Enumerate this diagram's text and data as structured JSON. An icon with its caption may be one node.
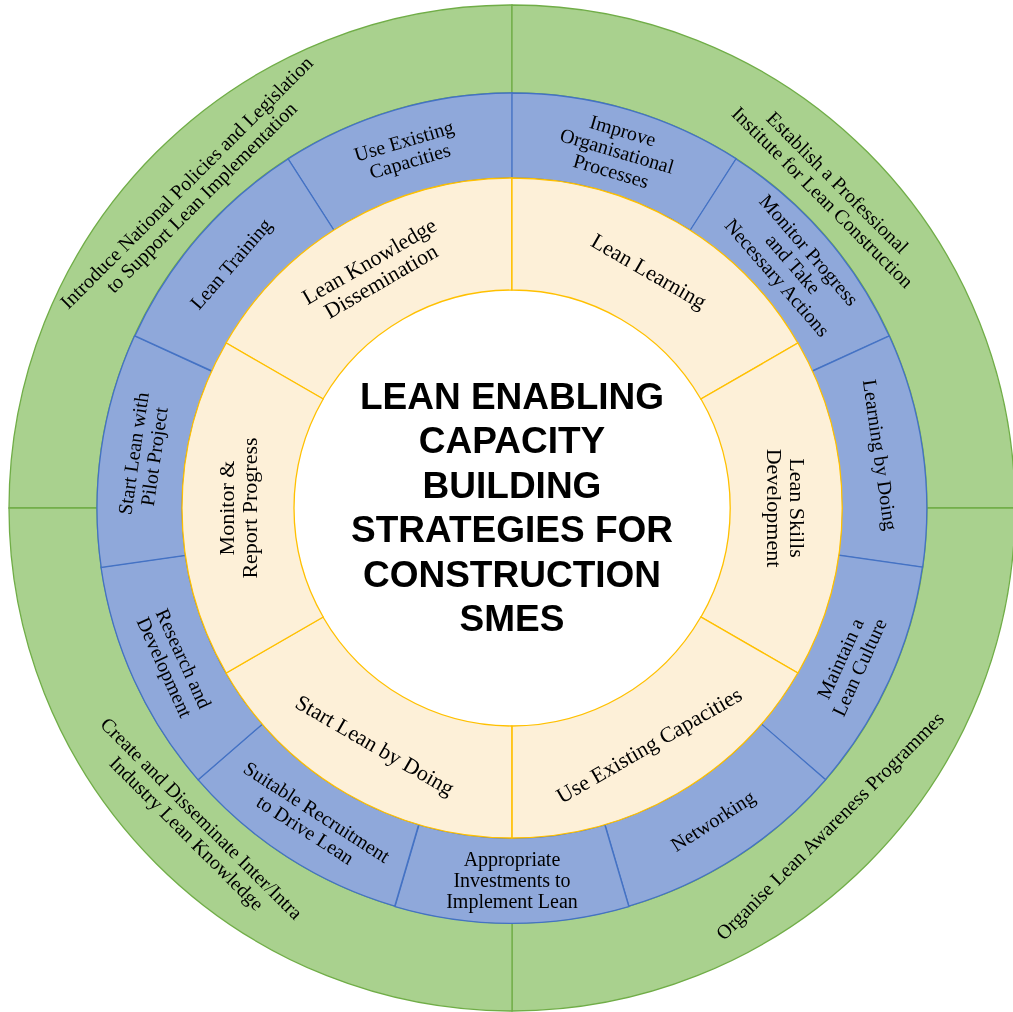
{
  "diagram": {
    "nodes": [
      {
        "text": [
          "LEAN ENABLING CAPACITY BUILDING STRATEGIES FOR CONSTRUCTION SMES"
        ]
      },
      {
        "text": [
          "Introduce National Policies and Legislation to Support Lean Implementation"
        ]
      },
      {
        "text": [
          "Establish a Professional Institute for Lean Construction"
        ]
      },
      {
        "text": [
          "Organise Lean Awareness Programmes"
        ]
      },
      {
        "text": [
          "Create and Disseminate Inter/Intra Industry Lean Knowledge"
        ]
      },
      {
        "text": [
          "Use Existing Capacities"
        ]
      },
      {
        "text": [
          "Improve Organisational Processes"
        ]
      },
      {
        "text": [
          "Monitor Progress and Take Necessary Actions"
        ]
      },
      {
        "text": [
          "Learning by Doing"
        ]
      },
      {
        "text": [
          "Maintain a Lean Culture"
        ]
      },
      {
        "text": [
          "Networking"
        ]
      },
      {
        "text": [
          "Appropriate Investments to Implement Lean"
        ]
      },
      {
        "text": [
          "Suitable Recruitment to Drive Lean"
        ]
      },
      {
        "text": [
          "Research and Development"
        ]
      },
      {
        "text": [
          "Start Lean with Pilot Project"
        ]
      },
      {
        "text": [
          "Lean Training"
        ]
      },
      {
        "text": [
          "Lean Knowledge Dissemination"
        ]
      },
      {
        "text": [
          "Lean Learning"
        ]
      },
      {
        "text": [
          "Lean Skills Development"
        ]
      },
      {
        "text": [
          "Use Existing Capacities"
        ]
      },
      {
        "text": [
          "Start Lean by Doing"
        ]
      },
      {
        "text": [
          "Monitor & Report Progress"
        ]
      }
    ],
    "edges": []
  }
}
